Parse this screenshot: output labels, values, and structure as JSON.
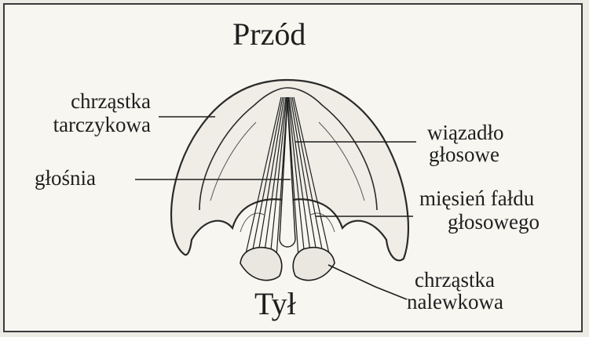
{
  "labels": {
    "front": "Przód",
    "back": "Tył",
    "thyroid_cartilage": [
      "chrząstka",
      "tarczykowa"
    ],
    "glottis": "głośnia",
    "vocal_ligament": [
      "wiązadło",
      "głosowe"
    ],
    "vocal_muscle": [
      "mięsień fałdu",
      "głosowego"
    ],
    "arytenoid_cartilage": [
      "chrząstka",
      "nalewkowa"
    ]
  }
}
